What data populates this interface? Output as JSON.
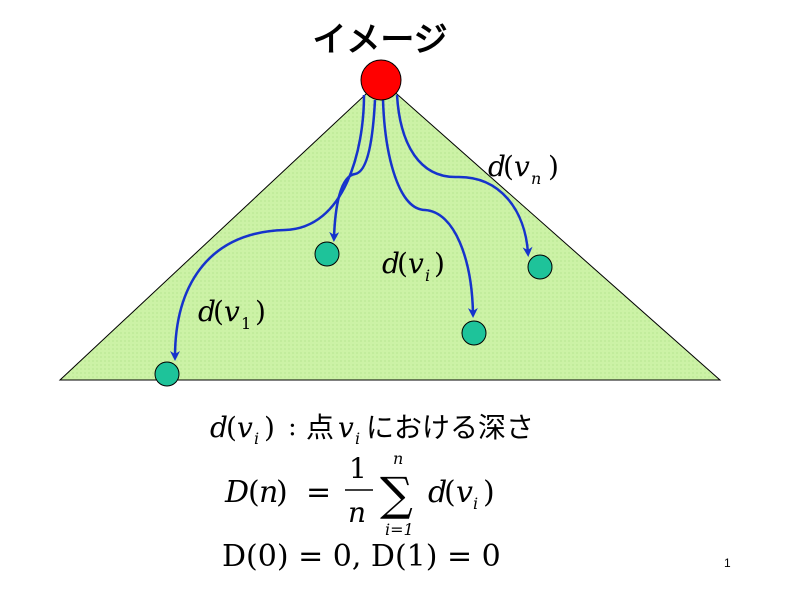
{
  "slide": {
    "title": "イメージ",
    "page_number": "1"
  },
  "labels": {
    "d_func": "d",
    "var_v": "v",
    "sub_n": "n",
    "sub_i": "i",
    "sub_1": "1",
    "lparen": "(",
    "rparen": ")"
  },
  "definition": {
    "colon_text": ":",
    "point_text": "点",
    "rest_text": "における深さ"
  },
  "formula_mean": {
    "D": "D",
    "n": "n",
    "one": "1",
    "equals": "=",
    "sigma": "∑",
    "upper": "n",
    "lower": "i=1"
  },
  "formula_base": {
    "text": "D(0) = 0, D(1) = 0"
  },
  "colors": {
    "triangle_fill": "#ccf2a6",
    "triangle_stroke": "#000000",
    "root_fill": "#ff0000",
    "node_fill": "#1ec39a",
    "arrow_color": "#1633cc"
  }
}
